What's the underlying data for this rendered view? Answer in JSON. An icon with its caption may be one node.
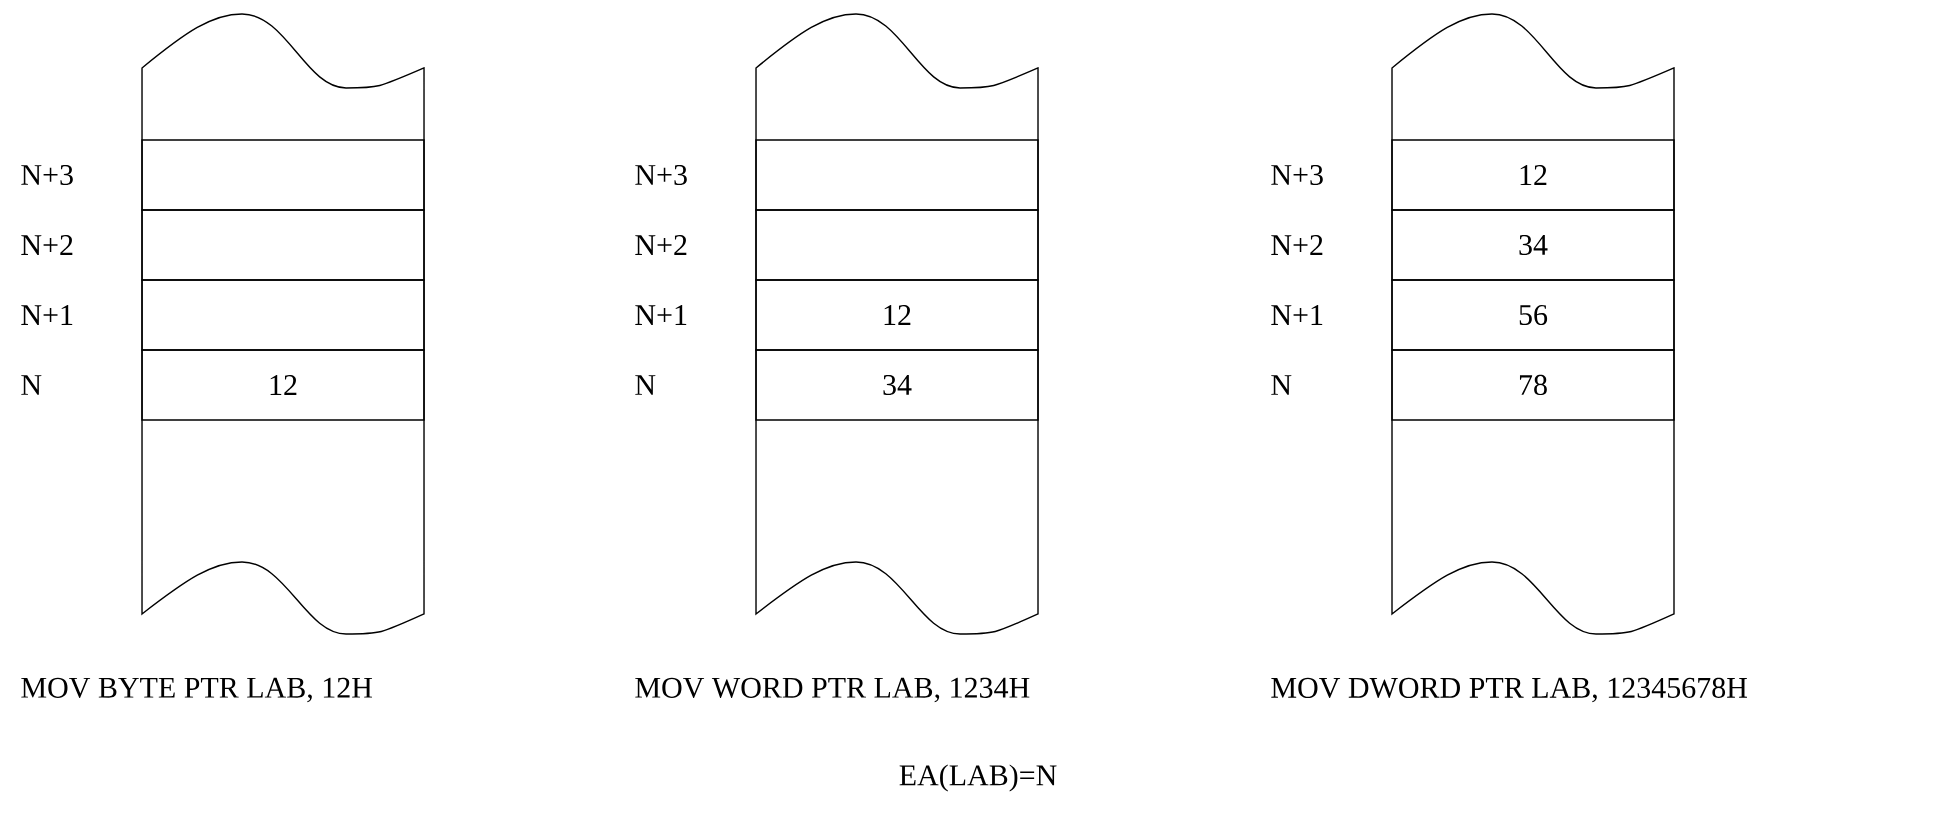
{
  "diagram": {
    "nodes": [
      {
        "text": [],
        "shape": "box"
      },
      {
        "text": [],
        "shape": "box",
        "in": 0,
        "beside": [
          "N+3"
        ]
      },
      {
        "text": [],
        "shape": "box",
        "in": 0,
        "beside": [
          "N+2"
        ]
      },
      {
        "text": [],
        "shape": "box",
        "in": 0,
        "beside": [
          "N+1"
        ]
      },
      {
        "text": [
          "12"
        ],
        "in": 0,
        "beside": [
          "N"
        ]
      },
      {
        "text": [],
        "shape": "box"
      },
      {
        "text": [],
        "shape": "box",
        "in": 5,
        "beside": [
          "N+3"
        ]
      },
      {
        "text": [],
        "shape": "box",
        "in": 5,
        "beside": [
          "N+2"
        ]
      },
      {
        "text": [
          "12"
        ],
        "in": 5,
        "beside": [
          "N+1"
        ]
      },
      {
        "text": [
          "34"
        ],
        "in": 5,
        "beside": [
          "N"
        ]
      },
      {
        "text": [],
        "shape": "box"
      },
      {
        "text": [
          "12"
        ],
        "in": 10,
        "beside": [
          "N+3"
        ]
      },
      {
        "text": [
          "34"
        ],
        "in": 10,
        "beside": [
          "N+2"
        ]
      },
      {
        "text": [
          "56"
        ],
        "in": 10,
        "beside": [
          "N+1"
        ]
      },
      {
        "text": [
          "78"
        ],
        "in": 10,
        "beside": [
          "N"
        ]
      }
    ],
    "labels": [
      "MOV BYTE PTR LAB, 12H",
      "MOV WORD PTR LAB, 1234H",
      "MOV DWORD PTR LAB, 12345678H",
      "EA(LAB)=N"
    ]
  }
}
